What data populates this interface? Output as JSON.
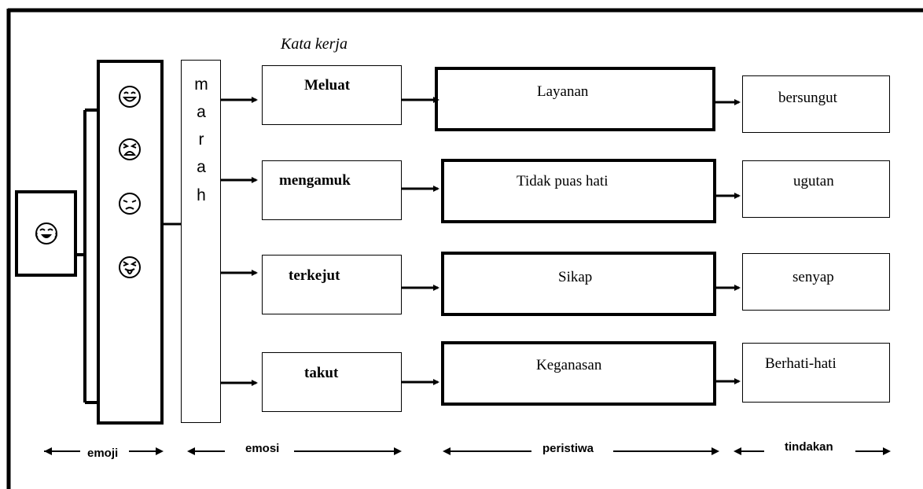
{
  "heading": "Kata kerja",
  "emoji_column": {
    "source_icon": "face-with-tears-of-joy-icon",
    "icons": [
      "grinning-face-icon",
      "tired-face-icon",
      "pensive-face-icon",
      "squinting-tongue-face-icon"
    ]
  },
  "emotion": {
    "letters": [
      "m",
      "a",
      "r",
      "a",
      "h"
    ]
  },
  "verbs": [
    "Meluat",
    "mengamuk",
    "terkejut",
    "takut"
  ],
  "events": [
    "Layanan",
    "Tidak puas hati",
    "Sikap",
    "Keganasan"
  ],
  "actions": [
    "bersungut",
    "ugutan",
    "senyap",
    "Berhati-hati"
  ],
  "axis_labels": {
    "emoji": "emoji",
    "emotion": "emosi",
    "event": "peristiwa",
    "action": "tindakan"
  },
  "colors": {
    "line": "#000000",
    "background": "#ffffff"
  }
}
